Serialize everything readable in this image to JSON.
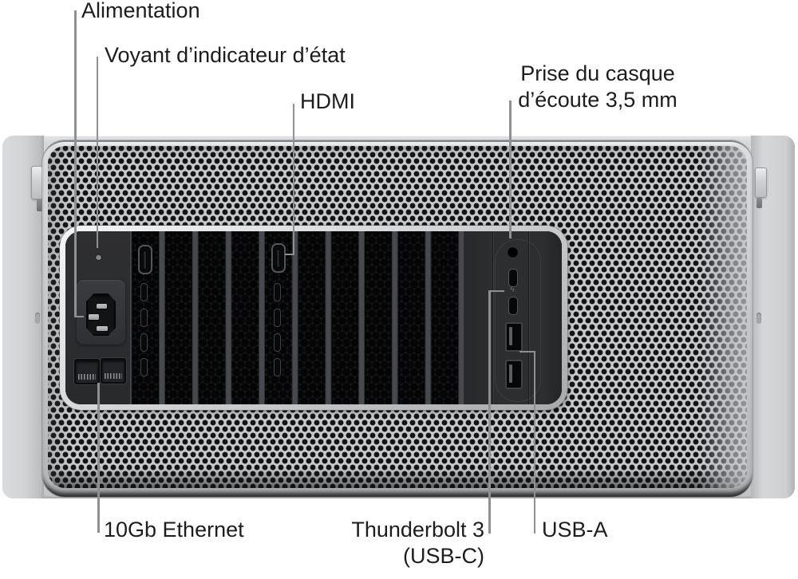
{
  "figure": {
    "type": "hardware-diagram",
    "subject": "mac-pro-rear-view"
  },
  "colors": {
    "background": "#ffffff",
    "label_text": "#1d1d1f",
    "callout_line": "#8f9092",
    "chassis_silver": "#cfd0d2",
    "grille_dot": "#131416",
    "io_panel_dark": "#28292b"
  },
  "callouts": {
    "power": {
      "label": "Alimentation"
    },
    "status_light": {
      "label": "Voyant d’indicateur d’état"
    },
    "hdmi": {
      "label": "HDMI"
    },
    "headphone": {
      "line1": "Prise du casque",
      "line2": "d’écoute 3,5 mm"
    },
    "ethernet": {
      "label": "10Gb Ethernet"
    },
    "thunderbolt": {
      "line1": "Thunderbolt 3",
      "line2": "(USB-C)"
    },
    "usb_a": {
      "label": "USB-A"
    }
  },
  "ports": {
    "power_inlet_count": 1,
    "status_light_count": 1,
    "hdmi_count": 2,
    "ethernet_count": 2,
    "headphone_jack_count": 1,
    "thunderbolt_count": 2,
    "usb_a_count": 2
  }
}
